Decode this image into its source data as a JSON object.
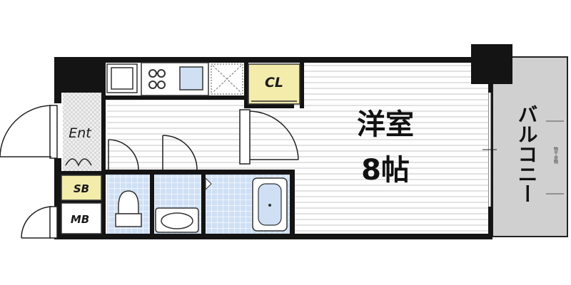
{
  "floorplan": {
    "rooms": {
      "western_room": {
        "label": "洋室",
        "size": "8帖"
      },
      "closet": {
        "label": "CL"
      },
      "entrance": {
        "label": "Ent"
      },
      "shoe_box": {
        "label": "SB"
      },
      "meter_box": {
        "label": "MB"
      },
      "balcony": {
        "label": "バルコニー",
        "note": "物干金物"
      }
    },
    "colors": {
      "wall": "#141414",
      "wet_area": "#cfe0f5",
      "label_highlight": "#f3ecab",
      "balcony": "#d0d0d0",
      "stripe": "#c4c4c4"
    }
  }
}
